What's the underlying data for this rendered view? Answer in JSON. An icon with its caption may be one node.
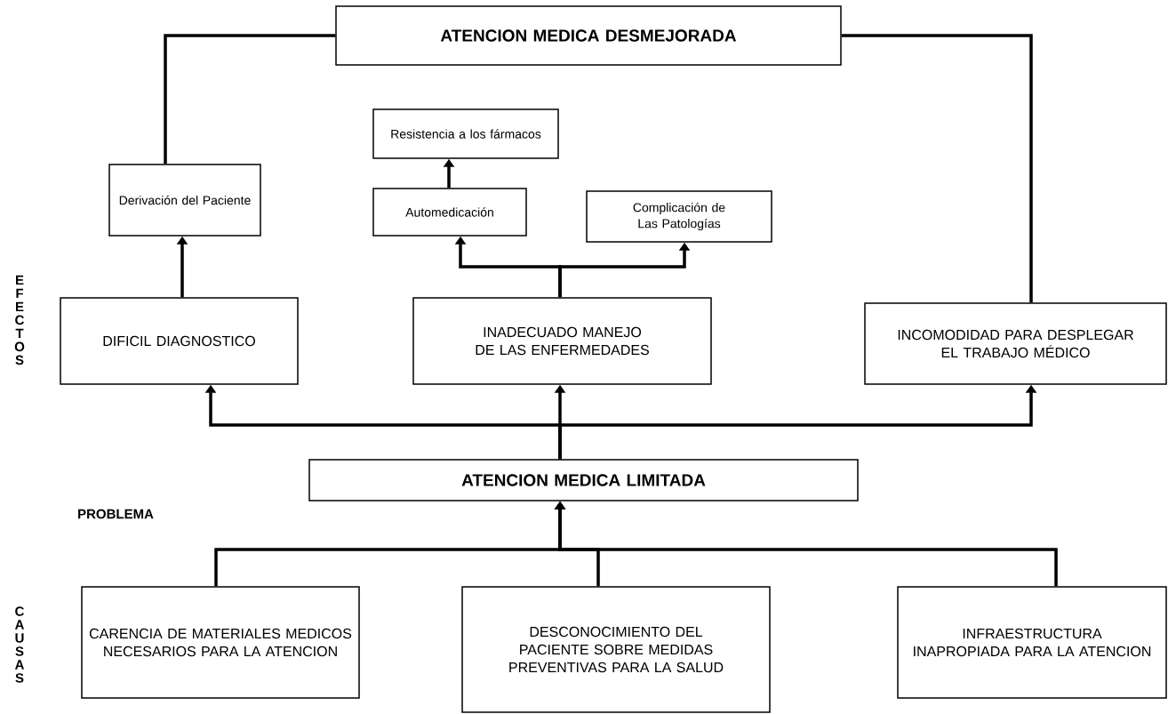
{
  "diagram": {
    "nodes": [
      {
        "text": [
          "ATENCION MEDICA DESMEJORADA"
        ]
      },
      {
        "text": [
          "Derivación del Paciente"
        ]
      },
      {
        "text": [
          "Resistencia a los fármacos"
        ]
      },
      {
        "text": [
          "Automedicación"
        ]
      },
      {
        "text": [
          "Complicación de Las Patologías"
        ]
      },
      {
        "text": [
          "DIFICIL DIAGNOSTICO"
        ]
      },
      {
        "text": [
          "INADECUADO MANEJO DE LAS ENFERMEDADES"
        ]
      },
      {
        "text": [
          "INCOMODIDAD PARA DESPLEGAR EL TRABAJO MÉDICO"
        ]
      },
      {
        "text": [
          "ATENCION MEDICA LIMITADA"
        ]
      },
      {
        "text": [
          "CARENCIA DE MATERIALES MEDICOS NECESARIOS PARA LA ATENCION"
        ]
      },
      {
        "text": [
          "DESCONOCIMIENTO DEL PACIENTE SOBRE MEDIDAS PREVENTIVAS PARA LA SALUD"
        ]
      },
      {
        "text": [
          "INFRAESTRUCTURA INAPROPIADA PARA LA ATENCION"
        ]
      }
    ],
    "edges": [
      {
        "from": 5,
        "to": 1,
        "arrow": "to"
      },
      {
        "from": 1,
        "to": 0,
        "arrow": "none"
      },
      {
        "from": 7,
        "to": 0,
        "arrow": "none"
      },
      {
        "from": 3,
        "to": 2,
        "arrow": "to"
      },
      {
        "from": 6,
        "to": 3,
        "arrow": "to"
      },
      {
        "from": 6,
        "to": 4,
        "arrow": "to"
      },
      {
        "from": 8,
        "to": 5,
        "arrow": "to"
      },
      {
        "from": 8,
        "to": 6,
        "arrow": "to"
      },
      {
        "from": 8,
        "to": 7,
        "arrow": "to"
      },
      {
        "from": 9,
        "to": 8,
        "arrow": "to"
      },
      {
        "from": 10,
        "to": 8,
        "arrow": "to"
      },
      {
        "from": 11,
        "to": 8,
        "arrow": "to"
      }
    ],
    "labels": [
      "EFECTOS",
      "PROBLEMA",
      "CAUSAS"
    ]
  }
}
